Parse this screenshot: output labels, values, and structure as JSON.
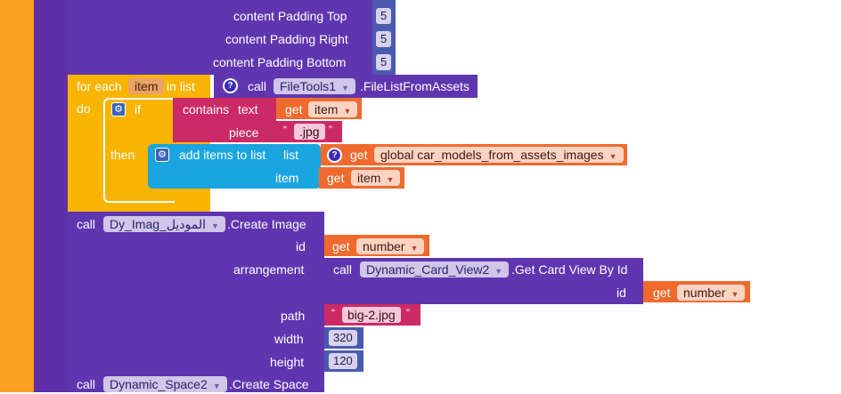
{
  "colors": {
    "component_purple": "#6035b0",
    "number_indigo": "#4a5ab0",
    "text_magenta": "#cc2a66",
    "variable_orange": "#f06a2e",
    "control_amber": "#f9b400",
    "list_cyan": "#19a5e0",
    "outer_orange": "#f9a020",
    "nav_purple": "#5e2ea6"
  },
  "padding_props": [
    {
      "label": "content Padding Top",
      "value": "5"
    },
    {
      "label": "content Padding Right",
      "value": "5"
    },
    {
      "label": "content Padding Bottom",
      "value": "5"
    }
  ],
  "foreach": {
    "prefix": "for each",
    "var_name": "item",
    "in_list": "in list",
    "do_label": "do",
    "call_kw": "call",
    "component": "FileTools1",
    "method": ".FileListFromAssets"
  },
  "if_block": {
    "if_label": "if",
    "then_label": "then",
    "contains_label": "contains",
    "text_label": "text",
    "piece_label": "piece",
    "get_kw": "get",
    "get_var": "item",
    "piece_value": ".jpg"
  },
  "add_items": {
    "label": "add items to list",
    "list_label": "list",
    "get_kw": "get",
    "global_var": "global car_models_from_assets_images",
    "item_label": "item",
    "item_get_kw": "get",
    "item_var": "item"
  },
  "create_image": {
    "call_kw": "call",
    "component": "Dy_Imag_الموديل",
    "method": ".Create Image",
    "id_label": "id",
    "id_get_kw": "get",
    "id_var": "number",
    "arrangement_label": "arrangement",
    "arr_call_kw": "call",
    "arr_component": "Dynamic_Card_View2",
    "arr_method": ".Get Card View By Id",
    "arr_id_label": "id",
    "arr_get_kw": "get",
    "arr_var": "number",
    "path_label": "path",
    "path_value": "big-2.jpg",
    "width_label": "width",
    "width_value": "320",
    "height_label": "height",
    "height_value": "120"
  },
  "create_space": {
    "call_kw": "call",
    "component": "Dynamic_Space2",
    "method": ".Create Space"
  },
  "icons": {
    "gear": "gear-icon",
    "question": "question-mark-icon",
    "dropdown": "dropdown-arrow-icon"
  }
}
